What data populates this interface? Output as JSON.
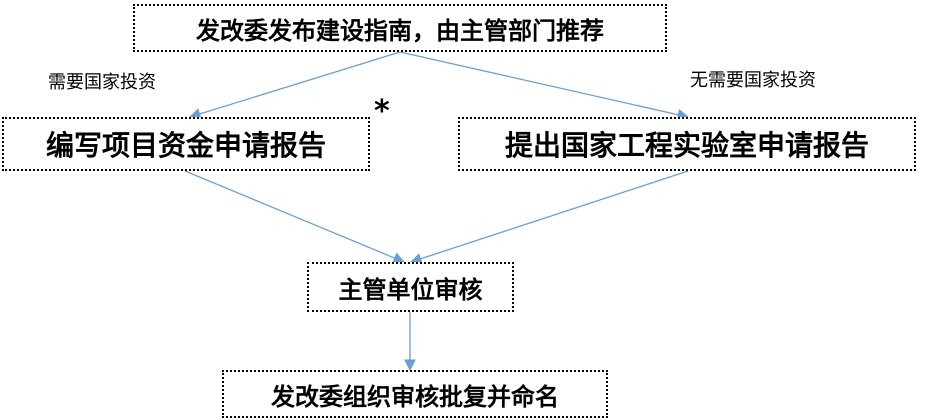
{
  "nodes": {
    "top": "发改委发布建设指南，由主管部门推荐",
    "left": "编写项目资金申请报告",
    "right": "提出国家工程实验室申请报告",
    "review": "主管单位审核",
    "final": "发改委组织审核批复并命名"
  },
  "edge_labels": {
    "left": "需要国家投资",
    "right": "无需要国家投资"
  },
  "marker": "*",
  "colors": {
    "arrow": "#6a9fd4",
    "border": "#000000",
    "text": "#000000"
  }
}
